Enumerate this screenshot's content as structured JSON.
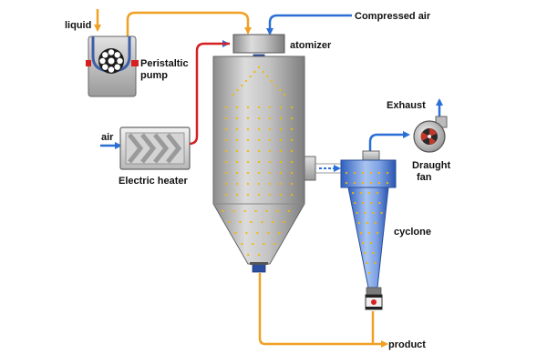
{
  "labels": {
    "liquid": "liquid",
    "compressed_air": "Compressed air",
    "atomizer": "atomizer",
    "peristaltic_pump_line1": "Peristaltic",
    "peristaltic_pump_line2": "pump",
    "air": "air",
    "electric_heater": "Electric heater",
    "exhaust": "Exhaust",
    "draught_fan_line1": "Draught",
    "draught_fan_line2": "fan",
    "cyclone": "cyclone",
    "product": "product"
  },
  "colors": {
    "liquid_line": "#f0a024",
    "product_line": "#f0a024",
    "air_line": "#2a6fd6",
    "hot_air_line": "#d62020",
    "particles": "#f5b800",
    "steel_light": "#d8d8d8",
    "steel_dark": "#8a8a8a",
    "cyclone_blue": "#5a86d8"
  },
  "icons": {
    "pump": "peristaltic-pump-icon",
    "heater": "electric-heater-icon",
    "fan": "draught-fan-icon",
    "valve": "rotary-valve-icon"
  }
}
